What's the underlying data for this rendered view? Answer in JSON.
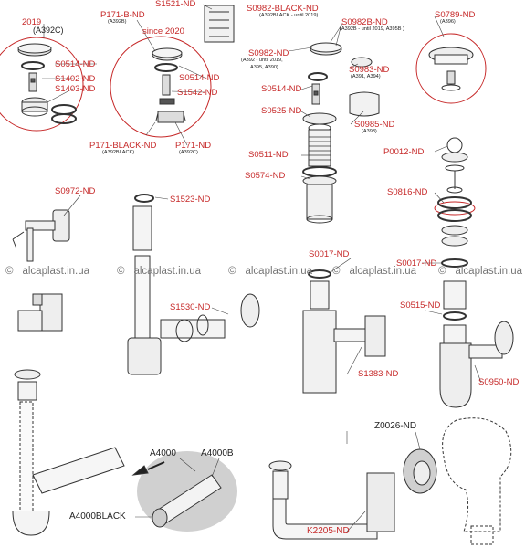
{
  "labels": {
    "y2019": "2019",
    "a392c_top": "(A392C)",
    "s0514_l": "S0514-ND",
    "s1402": "S1402-ND",
    "s1403": "S1403-ND",
    "p171b": "P171-B-ND",
    "a392b": "(A392B)",
    "since2020": "since 2020",
    "s0514_m": "S0514-ND",
    "s1542": "S1542-ND",
    "p171black": "P171-BLACK-ND",
    "a392black_p": "(A392BLACK)",
    "p171": "P171-ND",
    "a392c_bot": "(A392C)",
    "s1521": "S1521-ND",
    "s0982black": "S0982-BLACK-ND",
    "s0982black_sub": "(A392BLACK - until 2019)",
    "s0982b": "S0982B-ND",
    "s0982b_sub": "(A392B - until 2019, A395B )",
    "s0982": "S0982-ND",
    "s0982_sub1": "(A392 - until 2019,",
    "s0982_sub2": "A395, A390)",
    "s0983": "S0983-ND",
    "s0983_sub": "(A391, A394)",
    "s0514_c": "S0514-ND",
    "s0525": "S0525-ND",
    "s0985": "S0985-ND",
    "s0985_sub": "(A393)",
    "s0511": "S0511-ND",
    "s0574": "S0574-ND",
    "s0789": "S0789-ND",
    "s0789_sub": "(A396)",
    "p0012": "P0012-ND",
    "s0816": "S0816-ND",
    "s0972": "S0972-ND",
    "s1523": "S1523-ND",
    "s0017_a": "S0017-ND",
    "s0017_b": "S0017-ND",
    "s1530": "S1530-ND",
    "s0515": "S0515-ND",
    "s1383": "S1383-ND",
    "s0950": "S0950-ND",
    "a4000": "A4000",
    "a4000b": "A4000B",
    "a4000black": "A4000BLACK",
    "z0026": "Z0026-ND",
    "k2205": "K2205-ND"
  },
  "watermark": {
    "copyright": "©",
    "site": "alcaplast.in.ua"
  },
  "colors": {
    "label_red": "#c62828",
    "line": "#333333",
    "watermark": "#777777",
    "highlight_gray": "#d0d0d0"
  }
}
